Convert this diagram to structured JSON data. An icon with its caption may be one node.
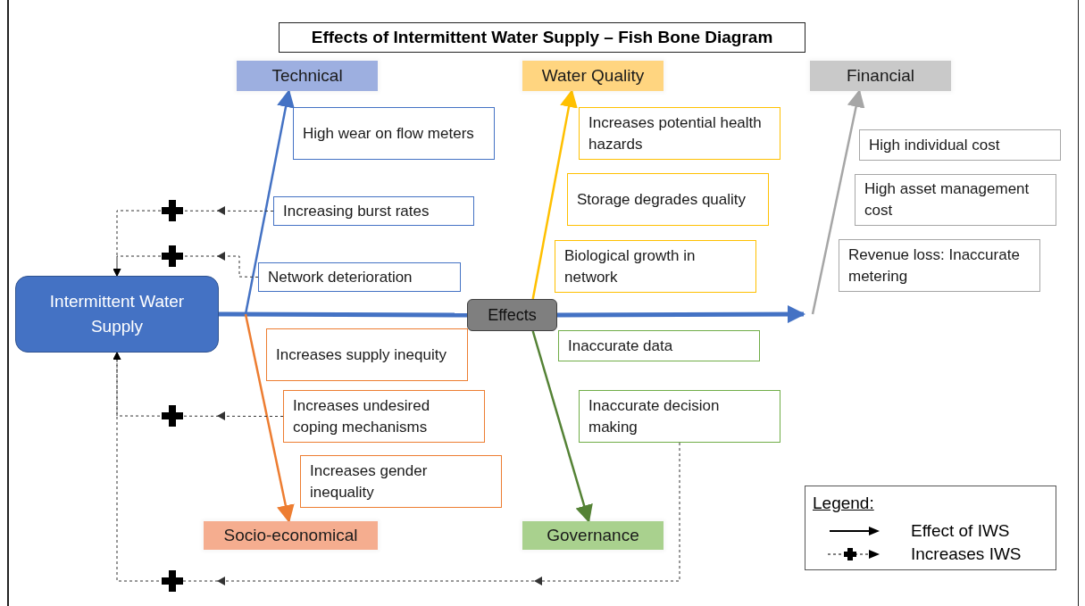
{
  "diagram": {
    "title": "Effects of Intermittent Water Supply – Fish Bone Diagram",
    "nodes": [
      {
        "text": [
          "Intermittent Water Supply"
        ]
      },
      {
        "text": [
          "Effects"
        ]
      },
      {
        "text": [
          "Technical"
        ]
      },
      {
        "text": [
          "Water Quality"
        ]
      },
      {
        "text": [
          "Financial"
        ]
      },
      {
        "text": [
          "Socio-economical"
        ]
      },
      {
        "text": [
          "Governance"
        ]
      },
      {
        "text": [
          "High wear on flow meters"
        ]
      },
      {
        "text": [
          "Increasing burst rates"
        ]
      },
      {
        "text": [
          "Network deterioration"
        ]
      },
      {
        "text": [
          "Increases potential health hazards"
        ]
      },
      {
        "text": [
          "Storage degrades quality"
        ]
      },
      {
        "text": [
          "Biological growth in network"
        ]
      },
      {
        "text": [
          "High individual cost"
        ]
      },
      {
        "text": [
          "High asset management cost"
        ]
      },
      {
        "text": [
          "Revenue loss: Inaccurate metering"
        ]
      },
      {
        "text": [
          "Increases supply inequity"
        ]
      },
      {
        "text": [
          "Increases undesired coping mechanisms"
        ]
      },
      {
        "text": [
          "Increases gender inequality"
        ]
      },
      {
        "text": [
          "Inaccurate data"
        ]
      },
      {
        "text": [
          "Inaccurate decision making"
        ]
      }
    ],
    "edges": [
      {
        "from": 0,
        "to": 1,
        "arrow": "none",
        "style": "thick",
        "color": "#4472c4"
      },
      {
        "from": 1,
        "to": null,
        "arrow": "to",
        "style": "thick",
        "color": "#4472c4"
      },
      {
        "from": null,
        "to": 2,
        "arrow": "to",
        "color": "#4472c4"
      },
      {
        "from": 1,
        "to": 3,
        "arrow": "to",
        "color": "#ffc000"
      },
      {
        "from": null,
        "to": 4,
        "arrow": "to",
        "color": "#a6a6a6"
      },
      {
        "from": null,
        "to": 5,
        "arrow": "to",
        "color": "#ed7d31"
      },
      {
        "from": 1,
        "to": 6,
        "arrow": "to",
        "color": "#548235"
      },
      {
        "from": 8,
        "to": 0,
        "arrow": "to",
        "style": "dashed"
      },
      {
        "from": 9,
        "to": 0,
        "arrow": "to",
        "style": "dashed"
      },
      {
        "from": 17,
        "to": 0,
        "arrow": "to",
        "style": "dashed"
      },
      {
        "from": 20,
        "to": 0,
        "arrow": "to",
        "style": "dashed"
      }
    ],
    "labels": [
      "Legend:"
    ],
    "legend": [
      {
        "text": "Effect of IWS"
      },
      {
        "text": "Increases IWS"
      }
    ]
  }
}
